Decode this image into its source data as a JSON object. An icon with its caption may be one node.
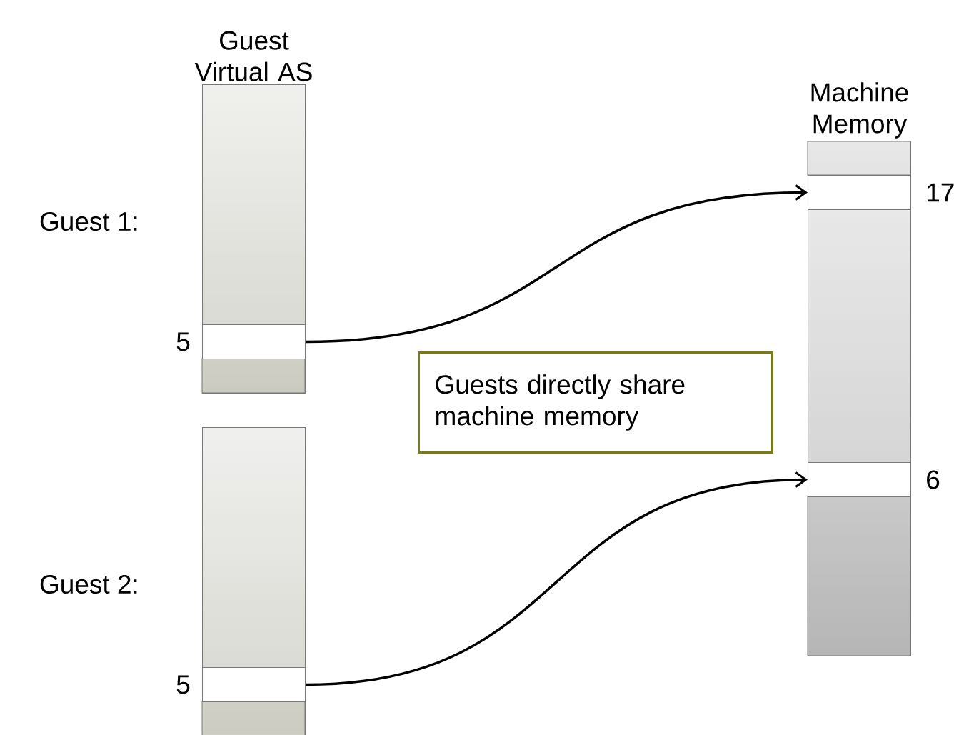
{
  "diagram": {
    "nodes": [
      {
        "text": [
          "Guest Virtual AS"
        ]
      },
      {
        "text": [
          "Machine Memory"
        ]
      },
      {
        "text": [],
        "shape": "box",
        "in": 1,
        "beside": [
          "17"
        ]
      },
      {
        "text": [],
        "shape": "box",
        "in": 0,
        "beside": [
          "5"
        ]
      },
      {
        "text": [
          "Guests directly share machine memory"
        ]
      },
      {
        "text": [],
        "shape": "box",
        "in": 1,
        "beside": [
          "6"
        ]
      },
      {
        "text": [],
        "shape": "bar"
      },
      {
        "text": [],
        "shape": "box",
        "in": 6,
        "beside": [
          "5"
        ]
      }
    ],
    "edges": [
      {
        "from": 3,
        "to": 2,
        "arrow": "to"
      },
      {
        "from": 7,
        "to": 5,
        "arrow": "to"
      }
    ],
    "labels": [
      "Guest 1:",
      "Guest 2:"
    ]
  }
}
